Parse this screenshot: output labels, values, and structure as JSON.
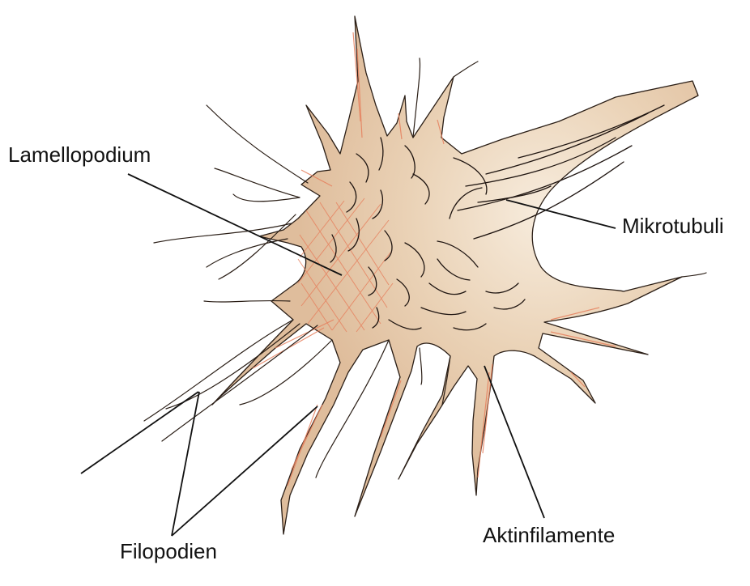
{
  "diagram": {
    "labels": {
      "lamellopodium": "Lamellopodium",
      "mikrotubuli": "Mikrotubuli",
      "filopodien": "Filopodien",
      "aktinfilamente": "Aktinfilamente"
    },
    "colors": {
      "cell_fill": "#e3c3a2",
      "cell_highlight": "#f6ead8",
      "cell_outline": "#2a1e16",
      "actin": "#e6805e",
      "leader_line": "#111111"
    }
  }
}
